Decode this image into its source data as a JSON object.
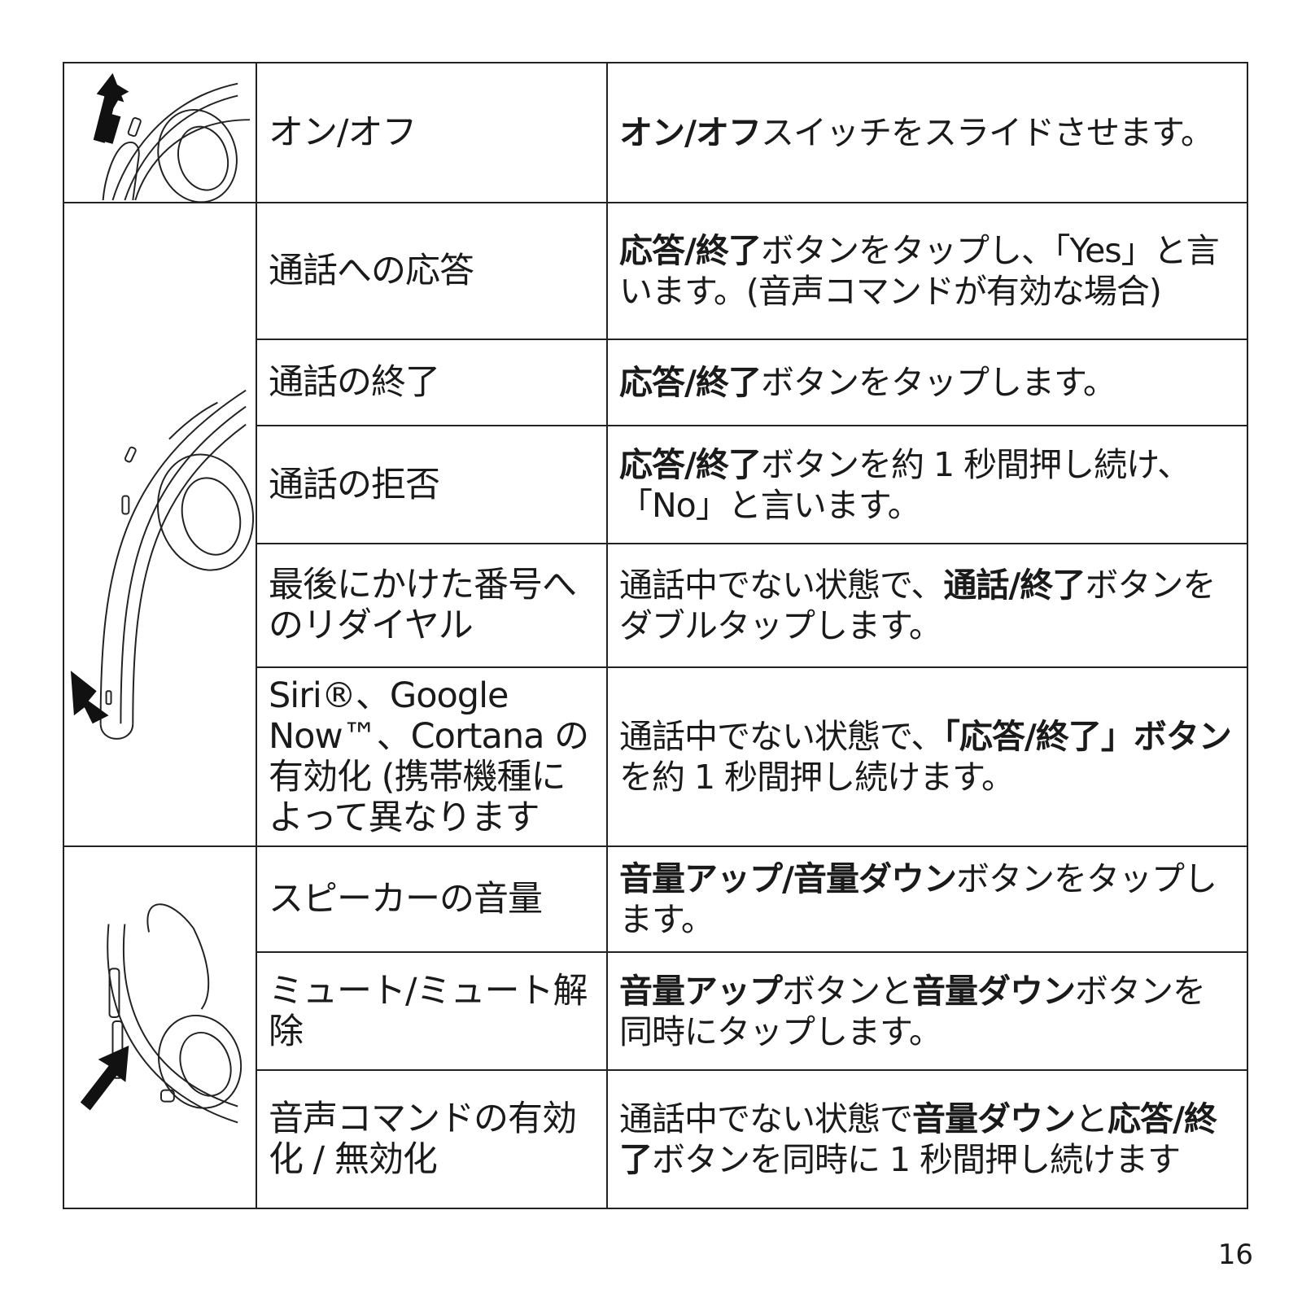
{
  "rows": [
    {
      "function": "オン/オフ",
      "desc": [
        {
          "b": "オン/オフ"
        },
        {
          "t": "スイッチをスライドさせます。"
        }
      ]
    },
    {
      "function": "通話への応答",
      "desc": [
        {
          "b": "応答/終了"
        },
        {
          "t": "ボタンをタップし、「Yes」と言います。(音声コマンドが有効な場合)"
        }
      ]
    },
    {
      "function": "通話の終了",
      "desc": [
        {
          "b": "応答/終了"
        },
        {
          "t": "ボタンをタップします。"
        }
      ]
    },
    {
      "function": "通話の拒否",
      "desc": [
        {
          "b": "応答/終了"
        },
        {
          "t": "ボタンを約 1 秒間押し続け、「No」と言います。"
        }
      ]
    },
    {
      "function": "最後にかけた番号へのリダイヤル",
      "desc": [
        {
          "t": "通話中でない状態で、"
        },
        {
          "b": "通話/終了"
        },
        {
          "t": "ボタンをダブルタップします。"
        }
      ]
    },
    {
      "function": "Siri®、Google Now™、Cortana の有効化 (携帯機種によって異なります",
      "desc": [
        {
          "t": "通話中でない状態で、"
        },
        {
          "b": "「応答/終了」ボタン"
        },
        {
          "t": "を約 1 秒間押し続けます。"
        }
      ]
    },
    {
      "function": "スピーカーの音量",
      "desc": [
        {
          "b": "音量アップ/音量ダウン"
        },
        {
          "t": "ボタンをタップします。"
        }
      ]
    },
    {
      "function": "ミュート/ミュート解除",
      "desc": [
        {
          "b": "音量アップ"
        },
        {
          "t": "ボタンと"
        },
        {
          "b": "音量ダウン"
        },
        {
          "t": "ボタンを同時にタップします。"
        }
      ]
    },
    {
      "function": "音声コマンドの有効化 / 無効化",
      "desc": [
        {
          "t": "通話中でない状態で"
        },
        {
          "b": "音量ダウン"
        },
        {
          "t": "と"
        },
        {
          "b": "応答/終了"
        },
        {
          "t": "ボタンを同時に 1 秒間押し続けます"
        }
      ]
    }
  ],
  "illustrations": [
    "on-off-switch-illustration",
    "answer-end-button-illustration",
    "volume-buttons-illustration"
  ],
  "page_number": "16"
}
